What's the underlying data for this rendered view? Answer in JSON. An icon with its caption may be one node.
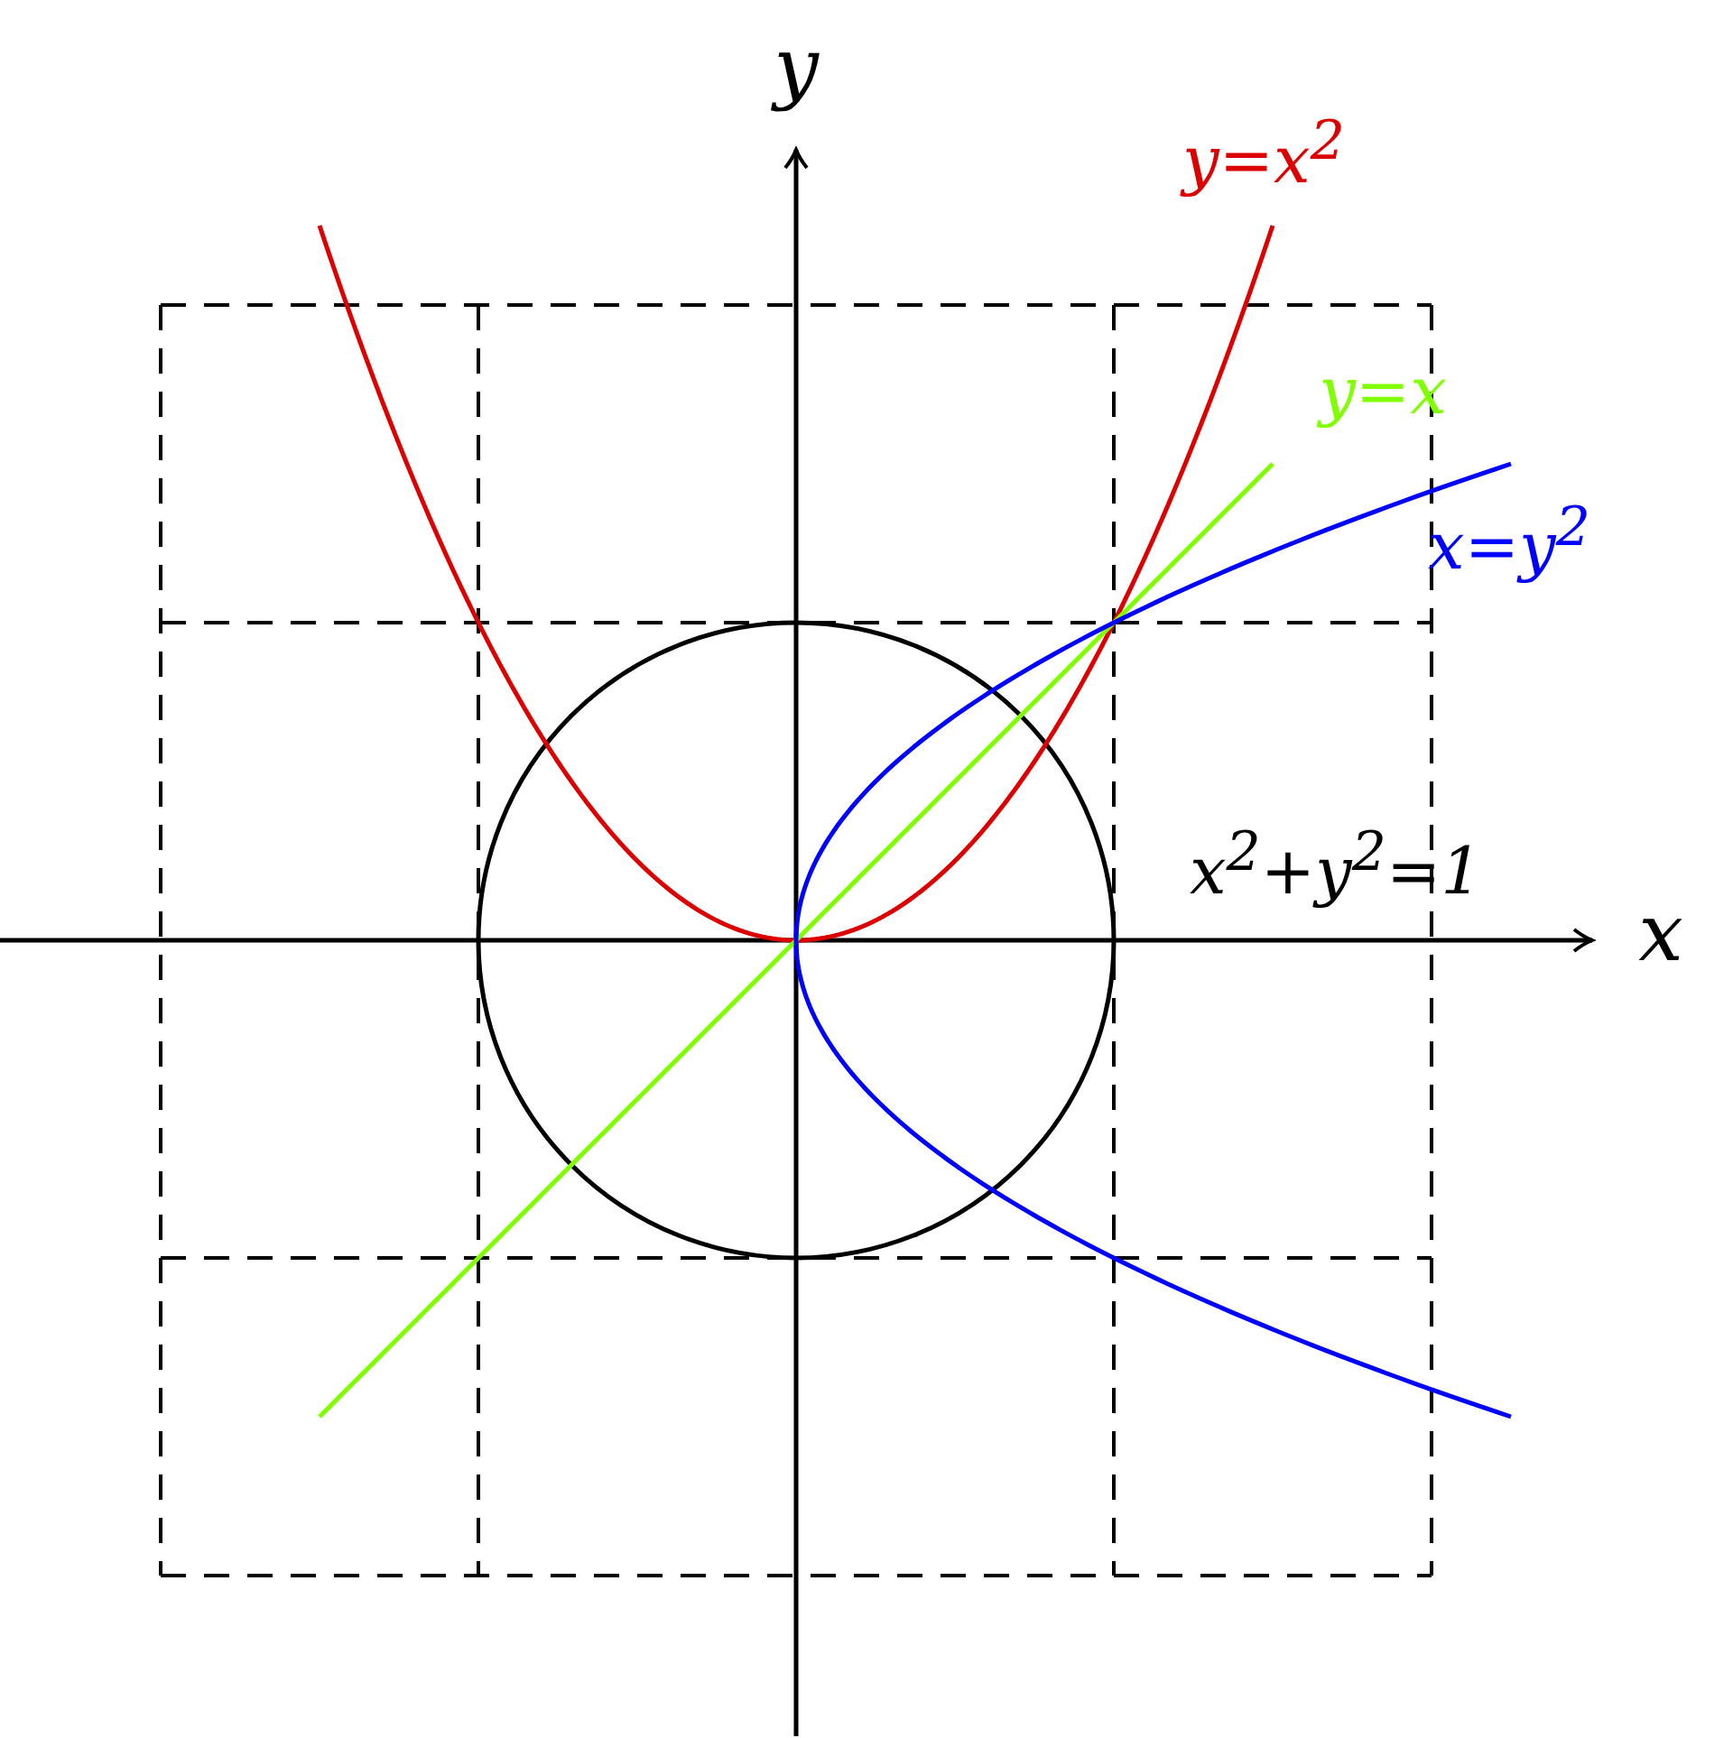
{
  "diagram": {
    "labels": [
      "y",
      "y=x$^{2}$",
      "y=x",
      "x=y$^{2}$",
      "x$^{2}$+y$^{2}$=1",
      "x"
    ]
  }
}
